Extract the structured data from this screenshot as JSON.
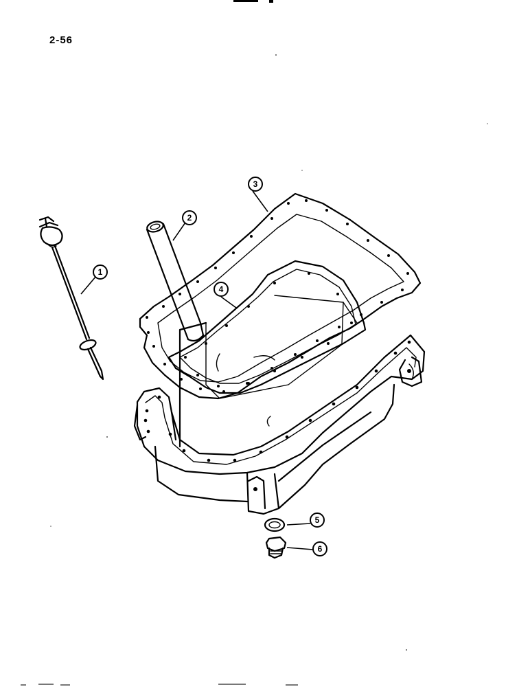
{
  "page": {
    "number": "2-56"
  },
  "callouts": [
    {
      "label": "1",
      "part": "dipstick"
    },
    {
      "label": "2",
      "part": "dipstick-tube"
    },
    {
      "label": "3",
      "part": "oil-pan-gasket"
    },
    {
      "label": "4",
      "part": "gasket"
    },
    {
      "label": "5",
      "part": "washer"
    },
    {
      "label": "6",
      "part": "drain-plug"
    }
  ]
}
